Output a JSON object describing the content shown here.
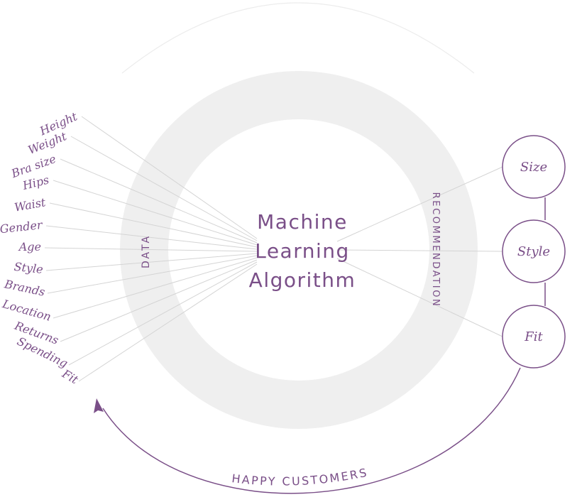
{
  "center": {
    "lines": [
      "Machine",
      "Learning",
      "Algorithm"
    ]
  },
  "ring": {
    "left_label": "DATA",
    "right_label": "RECOMMENDATION"
  },
  "data_inputs": [
    "Height",
    "Weight",
    "Bra size",
    "Hips",
    "Waist",
    "Gender",
    "Age",
    "Style",
    "Brands",
    "Location",
    "Returns",
    "Spending",
    "Fit"
  ],
  "outputs": [
    "Size",
    "Style",
    "Fit"
  ],
  "feedback_label": "HAPPY CUSTOMERS",
  "colors": {
    "accent": "#7a4f88",
    "ring": "#efefef",
    "line": "#d4d4d4",
    "text_purple": "#7a4f88"
  }
}
